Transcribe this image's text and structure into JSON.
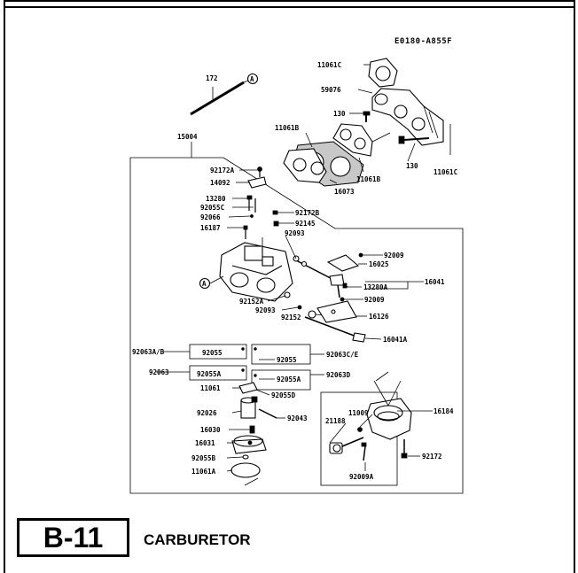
{
  "diagram": {
    "code": "E0180-A855F",
    "callout": "A",
    "labels": {
      "p11061C_top": "11061C",
      "p59076": "59076",
      "p172": "172",
      "p130_a": "130",
      "p11061B_a": "11061B",
      "p130_b": "130",
      "p11061C_right": "11061C",
      "p16073": "16073",
      "p11061B_b": "11061B",
      "p15004": "15004",
      "p92172A": "92172A",
      "p14092": "14092",
      "p13280": "13280",
      "p92055C": "92055C",
      "p92066": "92066",
      "p16187": "16187",
      "p92172B": "92172B",
      "p92145": "92145",
      "p92093_a": "92093",
      "p92009_a": "92009",
      "p16025": "16025",
      "p16041": "16041",
      "p13280A": "13280A",
      "p92152A": "92152A",
      "p92093_b": "92093",
      "p92152": "92152",
      "p92009_b": "92009",
      "p16126": "16126",
      "p16041A": "16041A",
      "p92063AB": "92063A/B",
      "p92055_a": "92055",
      "p92055_b": "92055",
      "p92063CE": "92063C/E",
      "p92063": "92063",
      "p92055A_a": "92055A",
      "p92055A_b": "92055A",
      "p92063D": "92063D",
      "p11061": "11061",
      "p92055D": "92055D",
      "p92026": "92026",
      "p92043": "92043",
      "p16030": "16030",
      "p16031": "16031",
      "p92055B": "92055B",
      "p11061A": "11061A",
      "p11009": "11009",
      "p21188": "21188",
      "p16184": "16184",
      "p92172": "92172",
      "p92009A": "92009A"
    }
  },
  "section": {
    "id": "B-11",
    "title": "CARBURETOR"
  }
}
